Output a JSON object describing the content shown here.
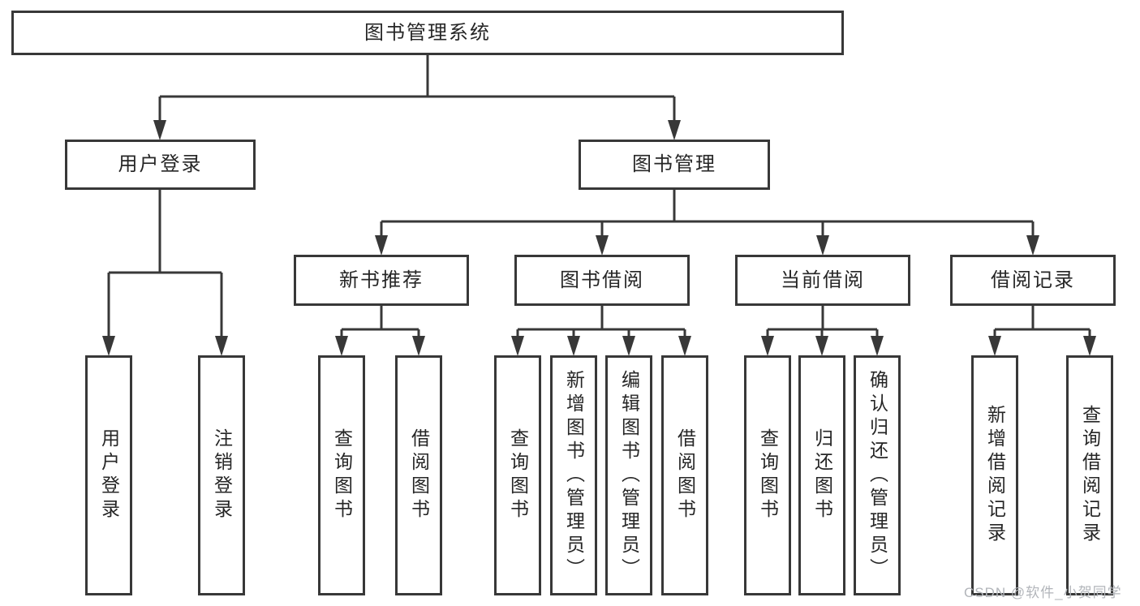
{
  "tree": {
    "root": {
      "label": "图书管理系统"
    },
    "level2": [
      {
        "label": "用户登录",
        "children": [
          {
            "label": "用户登录"
          },
          {
            "label": "注销登录"
          }
        ]
      },
      {
        "label": "图书管理",
        "children": [
          {
            "label": "新书推荐",
            "children": [
              {
                "label": "查询图书"
              },
              {
                "label": "借阅图书"
              }
            ]
          },
          {
            "label": "图书借阅",
            "children": [
              {
                "label": "查询图书"
              },
              {
                "label": "新增图书（管理员）"
              },
              {
                "label": "编辑图书（管理员）"
              },
              {
                "label": "借阅图书"
              }
            ]
          },
          {
            "label": "当前借阅",
            "children": [
              {
                "label": "查询图书"
              },
              {
                "label": "归还图书"
              },
              {
                "label": "确认归还（管理员）"
              }
            ]
          },
          {
            "label": "借阅记录",
            "children": [
              {
                "label": "新增借阅记录"
              },
              {
                "label": "查询借阅记录"
              }
            ]
          }
        ]
      }
    ]
  },
  "watermark": {
    "text": "CSDN @软件_小贺同学"
  },
  "colors": {
    "line": "#383838",
    "text": "#262626",
    "watermark": "#b2b5ba",
    "background": "#ffffff"
  }
}
